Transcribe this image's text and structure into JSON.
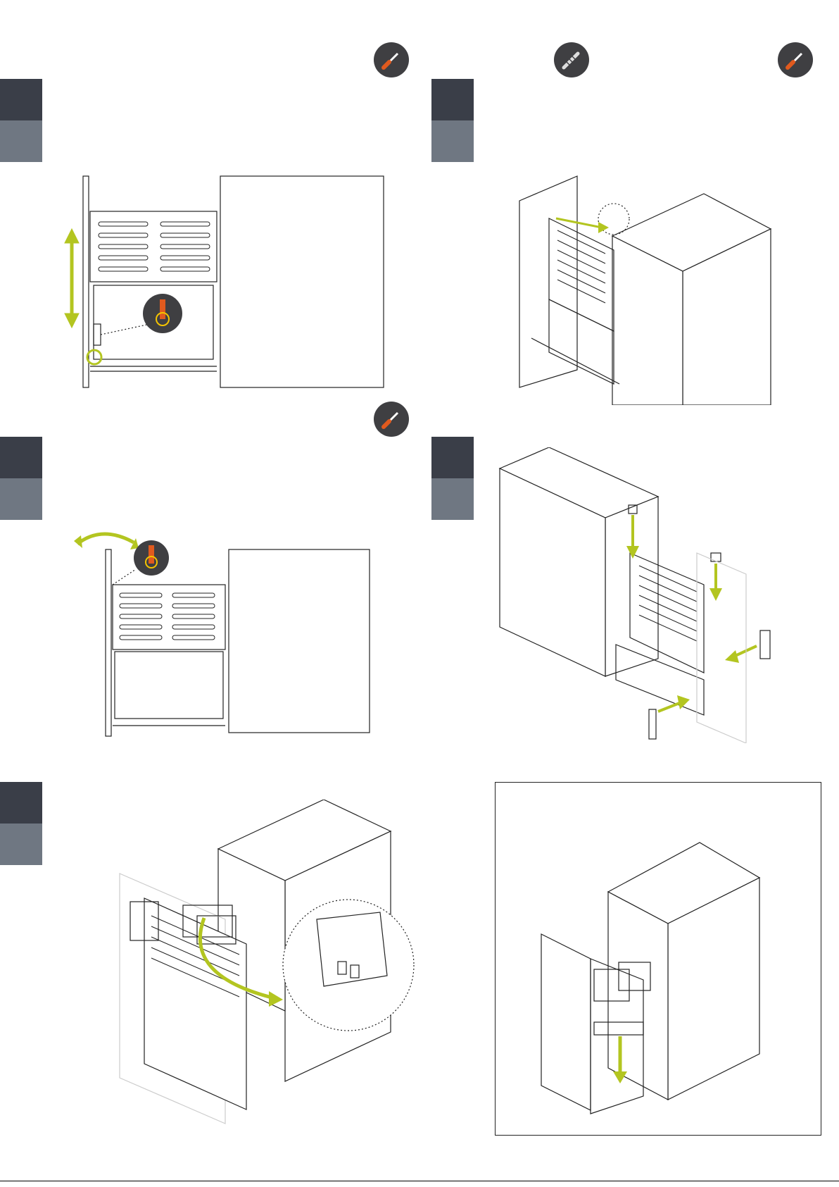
{
  "page": {
    "page_number": ""
  },
  "steps": [
    {
      "id": "step-1",
      "tool": "screwdriver-icon"
    },
    {
      "id": "step-2",
      "tool": "screw-icon",
      "tool2": "screwdriver-icon"
    },
    {
      "id": "step-3",
      "tool": "screwdriver-icon"
    },
    {
      "id": "step-4",
      "tool": ""
    },
    {
      "id": "step-5",
      "tool": ""
    }
  ],
  "colors": {
    "accent": "#b3c520",
    "tab_dark": "#3a3e48",
    "tab_light": "#6f7782",
    "badge": "#3f3f42",
    "screwdriver": "#e05a1e"
  }
}
